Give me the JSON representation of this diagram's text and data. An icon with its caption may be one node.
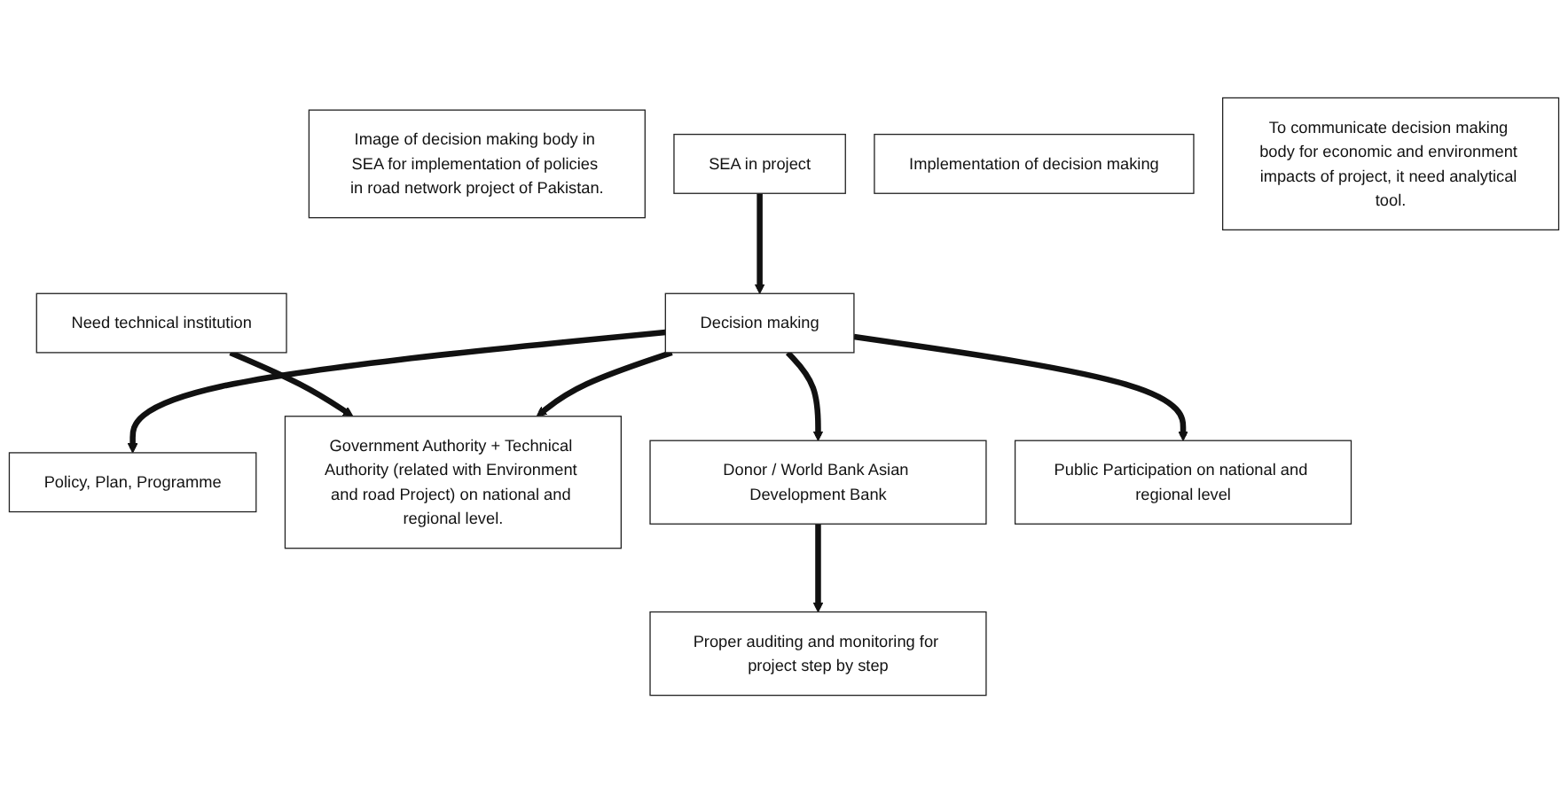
{
  "diagram": {
    "nodes": [
      {
        "text": [
          "Image of decision making body in SEA for implementation of policies in road network project of Pakistan."
        ]
      },
      {
        "text": [
          "SEA in project"
        ]
      },
      {
        "text": [
          "Decision making"
        ]
      },
      {
        "text": [
          "Policy, Plan, Programme"
        ]
      },
      {
        "text": [
          "Implementation of decision making"
        ]
      },
      {
        "text": [
          "Government Authority + Technical Authority (related with Environment and road Project) on national and regional level."
        ]
      },
      {
        "text": [
          "Donor / World Bank Asian Development Bank"
        ]
      },
      {
        "text": [
          "Public Participation on national and regional level"
        ]
      },
      {
        "text": [
          "Proper auditing and monitoring for project step by step"
        ]
      },
      {
        "text": [
          "Need technical institution"
        ]
      },
      {
        "text": [
          "To communicate decision making body for economic and environment impacts of project, it need analytical tool."
        ]
      }
    ],
    "edges": [
      {
        "from": 1,
        "to": 2,
        "arrow": "to"
      },
      {
        "from": 2,
        "to": 3,
        "arrow": "to"
      },
      {
        "from": 2,
        "to": 5,
        "arrow": "to"
      },
      {
        "from": 2,
        "to": 6,
        "arrow": "to"
      },
      {
        "from": 2,
        "to": 7,
        "arrow": "to"
      },
      {
        "from": 6,
        "to": 8,
        "arrow": "to"
      },
      {
        "from": 9,
        "to": 5,
        "arrow": "to"
      }
    ]
  }
}
